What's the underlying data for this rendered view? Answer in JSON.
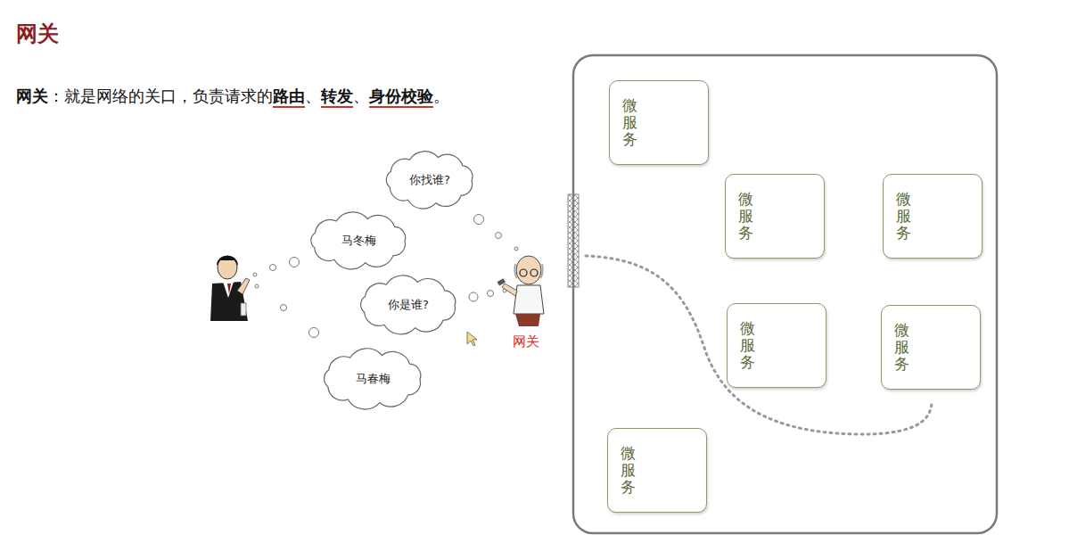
{
  "diagram": {
    "title": "网关",
    "nodes": [
      {
        "text": [
          "你找谁?"
        ]
      },
      {
        "text": [
          "马冬梅"
        ]
      },
      {
        "text": [
          "你是谁?"
        ]
      },
      {
        "text": [
          "马春梅"
        ]
      },
      {
        "text": [
          "微服务"
        ]
      },
      {
        "text": [
          "微服务"
        ]
      },
      {
        "text": [
          "微服务"
        ]
      },
      {
        "text": [
          "微服务"
        ]
      },
      {
        "text": [
          "微服务"
        ]
      },
      {
        "text": [
          "微服务"
        ]
      }
    ],
    "labels": [
      "网关",
      "：就是网络的关口，负责请求的",
      "路由",
      "、",
      "转发",
      "、",
      "身份校验",
      "。",
      "网关"
    ]
  }
}
